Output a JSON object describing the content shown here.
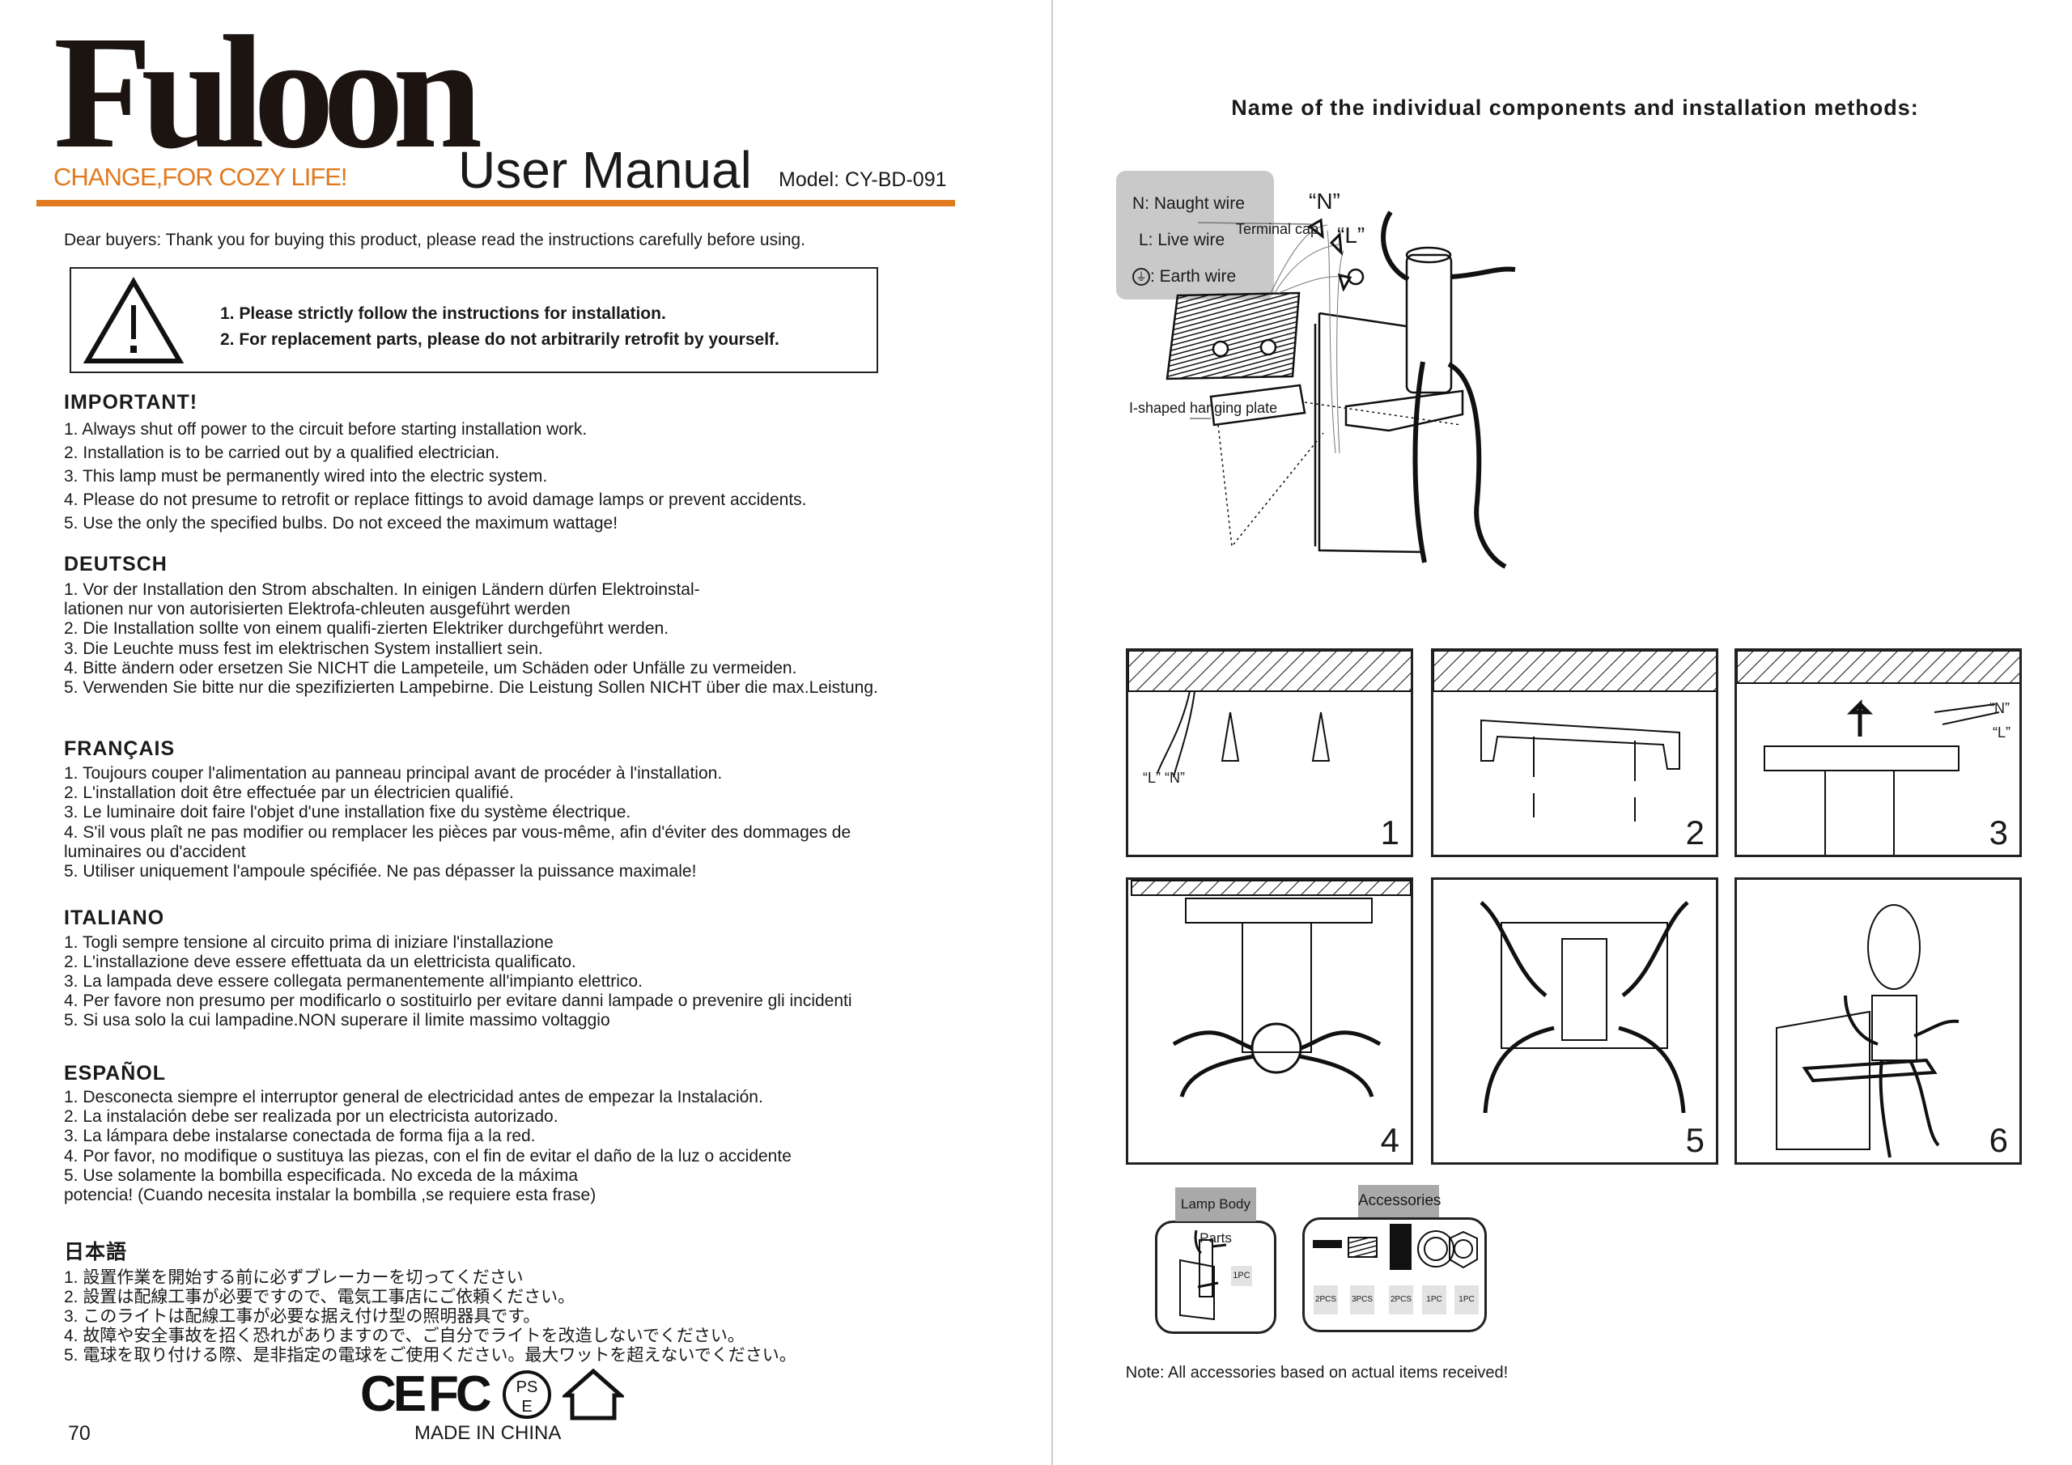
{
  "brand": {
    "logo": "Fuloon",
    "tagline": "CHANGE,FOR COZY LIFE!"
  },
  "header": {
    "title": "User Manual",
    "model": "Model: CY-BD-091"
  },
  "intro": "Dear buyers: Thank you for buying this product, please read the instructions carefully before using.",
  "warning": [
    "1. Please strictly follow the instructions for installation.",
    "2. For replacement parts, please do not arbitrarily retrofit by yourself."
  ],
  "sections": [
    {
      "title": "IMPORTANT!",
      "lines": [
        "1. Always shut off power to the circuit before starting installation work.",
        "2. Installation is to be carried out by a qualified electrician.",
        "3. This lamp must be permanently wired into the electric system.",
        "4. Please do not presume to retrofit or replace fittings to avoid damage lamps or prevent accidents.",
        "5. Use the only the specified bulbs. Do not exceed the maximum wattage!"
      ]
    },
    {
      "title": "DEUTSCH",
      "lines": [
        "1.  Vor der Installation den Strom abschalten. In einigen Ländern dürfen Elektroinstal-",
        "lationen nur von autorisierten Elektrofa-chleuten ausgeführt werden",
        "2.  Die Installation sollte von einem qualifi-zierten Elektriker durchgeführt werden.",
        "3. Die Leuchte muss fest im elektrischen System installiert sein.",
        "4. Bitte ändern oder ersetzen Sie NICHT die Lampeteile, um Schäden oder Unfälle zu vermeiden.",
        "5. Verwenden Sie bitte nur die spezifizierten Lampebirne. Die Leistung Sollen NICHT über die max.Leistung."
      ]
    },
    {
      "title": "FRANÇAIS",
      "lines": [
        "1. Toujours couper l'alimentation au panneau  principal avant de procéder à l'installation.",
        "2. L'installation doit être effectuée par un  électricien qualifié.",
        "3. Le luminaire doit faire l'objet d'une installation fixe du système électrique.",
        "4. S'il vous plaît ne pas modifier ou remplacer les pièces par vous-même, afin d'éviter des dommages de",
        "luminaires ou d'accident",
        "5. Utiliser uniquement l'ampoule spécifiée. Ne pas dépasser la puissance maximale!"
      ]
    },
    {
      "title": "ITALIANO",
      "lines": [
        "1. Togli sempre tensione al circuito prima di  iniziare l'installazione",
        "2. L'installazione deve essere effettuata da  un elettricista qualificato.",
        "3. La lampada  deve essere collegata permanentemente  all'impianto elettrico.",
        "4. Per favore non presumo per modificarlo o sostituirlo per evitare  danni lampade o prevenire gli incidenti",
        "5. Si usa solo la cui lampadine.NON superare il limite massimo  voltaggio"
      ]
    },
    {
      "title": "ESPAÑOL",
      "lines": [
        "1. Desconecta siempre el interruptor general de electricidad antes de empezar la Instalación.",
        "2. La instalación debe ser realizada por un electricista autorizado.",
        "3. La lámpara debe instalarse conectada de forma fija a la red.",
        "4. Por favor, no modifique o sustituya las piezas, con el fin de evitar el daño de la luz o accidente",
        "5. Use solamente la bombilla especificada. No exceda de la máxima",
        "potencia! (Cuando necesita instalar la bombilla ,se requiere esta frase)"
      ]
    },
    {
      "title": "日本語",
      "lines": [
        "1. 設置作業を開始する前に必ずブレーカーを切ってください",
        "2. 設置は配線工事が必要ですので、電気工事店にご依頼ください。",
        "3. このライトは配線工事が必要な据え付け型の照明器具です。",
        "4. 故障や安全事故を招く恐れがありますので、ご自分でライトを改造しないでください。",
        "5. 電球を取り付ける際、是非指定の電球をご使用ください。最大ワットを超えないでください。"
      ]
    }
  ],
  "certs": {
    "marks": [
      "CE",
      "FC",
      "PSE",
      "home"
    ],
    "made_in": "MADE IN CHINA"
  },
  "page_number": "70",
  "right": {
    "title": "Name of the individual components and installation methods:",
    "legend": [
      "N: Naught wire",
      "L: Live wire",
      ": Earth wire"
    ],
    "labels": {
      "terminal_cap": "Terminal cap",
      "n": "“N”",
      "l": "“L”",
      "plate": "I-shaped hanging plate"
    },
    "steps": [
      {
        "num": "1",
        "note": "“L”  “N”"
      },
      {
        "num": "2"
      },
      {
        "num": "3",
        "n": "“N”",
        "l": "“L”"
      },
      {
        "num": "4"
      },
      {
        "num": "5"
      },
      {
        "num": "6"
      }
    ],
    "lamp_body": {
      "title": "Lamp Body Parts",
      "qty": "1PC"
    },
    "accessories": {
      "title": "Accessories",
      "items": [
        {
          "name": "screw",
          "qty": "2PCS"
        },
        {
          "name": "wire-nut",
          "qty": "3PCS"
        },
        {
          "name": "anchor",
          "qty": "2PCS"
        },
        {
          "name": "lock-washer",
          "qty": "1PC"
        },
        {
          "name": "hex-nut",
          "qty": "1PC"
        }
      ]
    },
    "note": "Note:  All  accessories  based  on  actual  items  received!"
  }
}
